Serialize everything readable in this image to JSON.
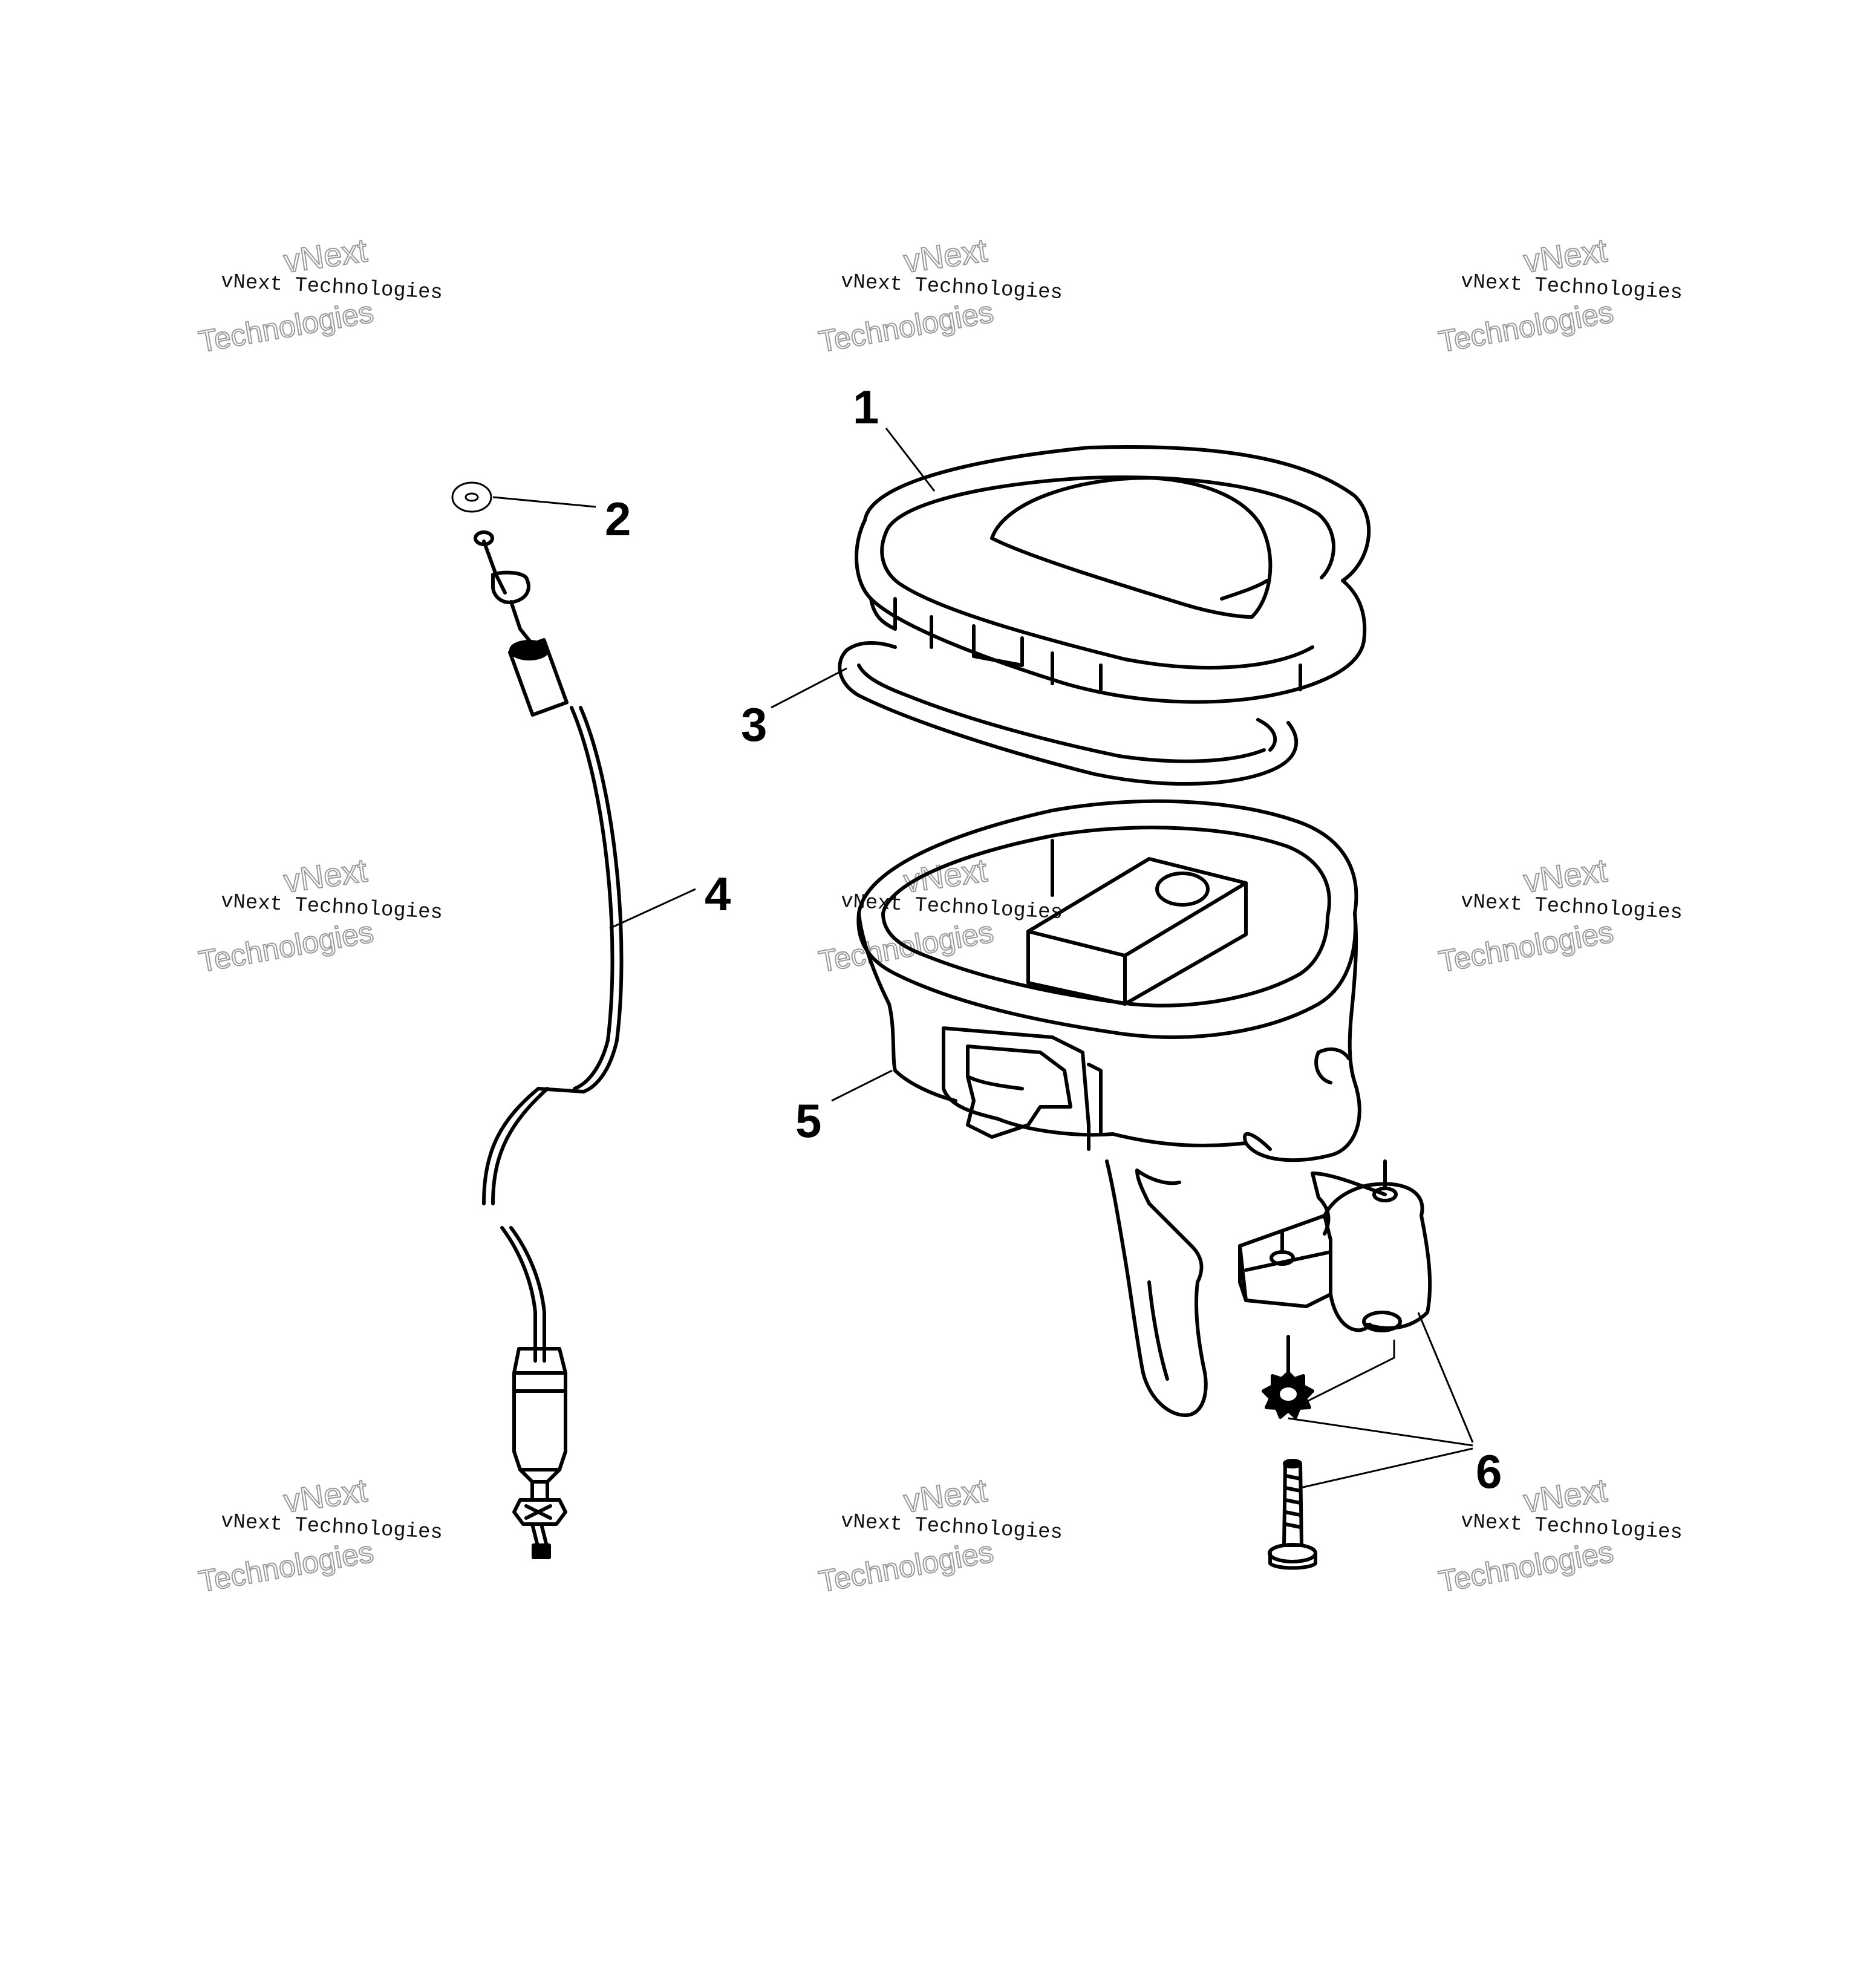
{
  "callouts": [
    {
      "id": "1",
      "label": "1"
    },
    {
      "id": "2",
      "label": "2"
    },
    {
      "id": "3",
      "label": "3"
    },
    {
      "id": "4",
      "label": "4"
    },
    {
      "id": "5",
      "label": "5"
    },
    {
      "id": "6",
      "label": "6"
    }
  ],
  "watermark": {
    "line_small": "vNext Technologies",
    "line_outline_top": "vNext",
    "line_outline_bottom": "Technologies"
  },
  "colors": {
    "ink": "#000000",
    "watermark_outline": "#9a9a9a",
    "background": "#ffffff"
  }
}
